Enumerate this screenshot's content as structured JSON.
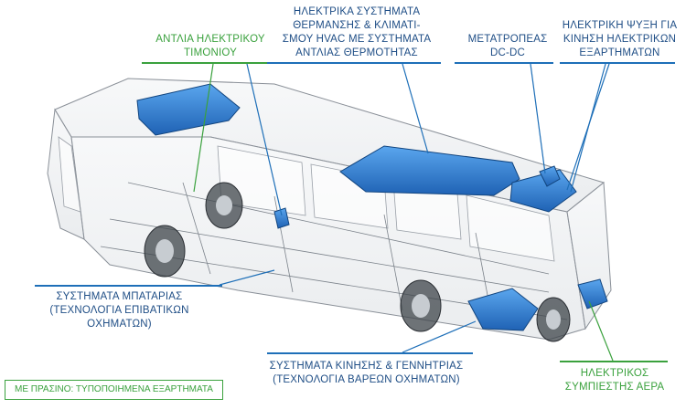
{
  "labels": {
    "steering_pump": [
      "ΑΝΤΛΙΑ ΗΛΕΚΤΡΙΚΟΥ",
      "ΤΙΜΟΝΙΟΥ"
    ],
    "hvac": [
      "ΗΛΕΚΤΡΙΚΑ ΣΥΣΤΗΜΑΤΑ",
      "ΘΕΡΜΑΝΣΗΣ & ΚΛΙΜΑΤΙ-",
      "ΣΜΟΥ HVAC ΜΕ ΣΥΣΤΗΜΑΤΑ",
      "ΑΝΤΛΙΑΣ ΘΕΡΜΟΤΗΤΑΣ"
    ],
    "dcdc": [
      "ΜΕΤΑΤΡΟΠΕΑΣ",
      "DC-DC"
    ],
    "cooling": [
      "ΗΛΕΚΤΡΙΚΗ ΨΥΞΗ ΓΙΑ",
      "ΚΙΝΗΣΗ ΗΛΕΚΤΡΙΚΩΝ",
      "ΕΞΑΡΤΗΜΑΤΩΝ"
    ],
    "battery": [
      "ΣΥΣΤΗΜΑΤΑ ΜΠΑΤΑΡΙΑΣ",
      "(ΤΕΧΝΟΛΟΓΙΑ ΕΠΙΒΑΤΙΚΩΝ",
      "ΟΧΗΜΑΤΩΝ)"
    ],
    "drive": [
      "ΣΥΣΤΗΜΑΤΑ ΚΙΝΗΣΗΣ & ΓΕΝΝΗΤΡΙΑΣ",
      "(ΤΕΧΝΟΛΟΓΙΑ ΒΑΡΕΩΝ ΟΧΗΜΑΤΩΝ)"
    ],
    "compressor": [
      "ΗΛΕΚΤΡΙΚΟΣ",
      "ΣΥΜΠΙΕΣΤΗΣ ΑΕΡΑ"
    ]
  },
  "legend": "ΜΕ ΠΡΑΣΙΝΟ: ΤΥΠΟΠΟΙΗΜΕΝΑ ΕΞΑΡΤΗΜΑΤΑ",
  "colors": {
    "blue_label": "#1f4e86",
    "green_label": "#3aa13d",
    "leader_line": "#1e6fb8",
    "component_blue": "#2b7fd6"
  }
}
